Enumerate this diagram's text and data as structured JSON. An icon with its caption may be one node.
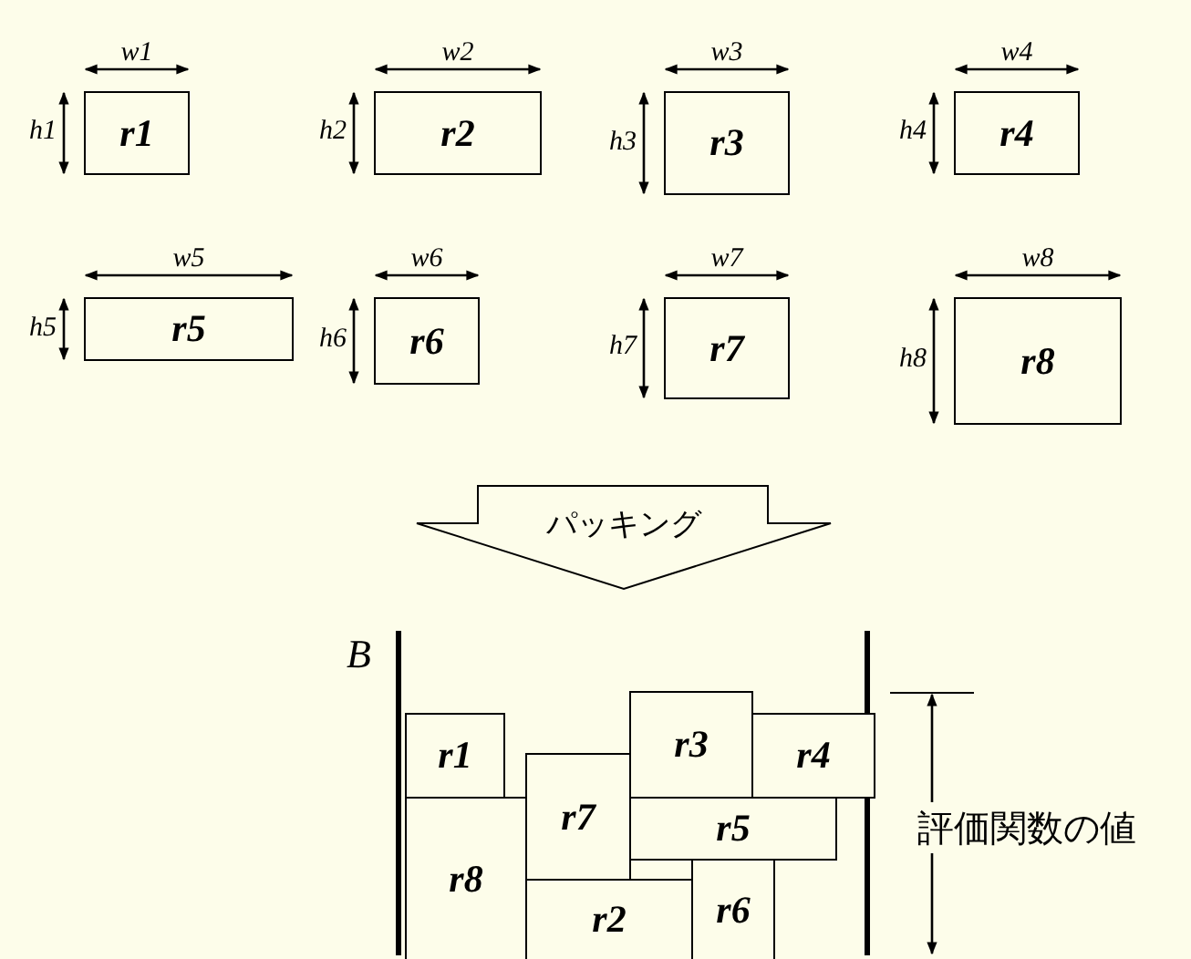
{
  "diagram": {
    "nodes": [
      {
        "text": [
          "r1"
        ]
      },
      {
        "text": [
          "r2"
        ]
      },
      {
        "text": [
          "r3"
        ]
      },
      {
        "text": [
          "r4"
        ]
      },
      {
        "text": [
          "r5"
        ]
      },
      {
        "text": [
          "r6"
        ]
      },
      {
        "text": [
          "r7"
        ]
      },
      {
        "text": [
          "r8"
        ]
      },
      {
        "text": [
          "パッキング"
        ]
      },
      {
        "text": [
          "B"
        ]
      },
      {
        "text": [
          "r1"
        ],
        "in": 9
      },
      {
        "text": [
          "r3"
        ],
        "in": 9
      },
      {
        "text": [
          "r4"
        ],
        "in": 9
      },
      {
        "text": [
          "r7"
        ],
        "in": 9
      },
      {
        "text": [
          "r5"
        ],
        "in": 9
      },
      {
        "text": [
          "r8"
        ],
        "in": 9
      },
      {
        "text": [
          "r2"
        ],
        "in": 9
      },
      {
        "text": [
          "r6"
        ],
        "in": 9
      }
    ],
    "labels": [
      "w1",
      "w2",
      "w3",
      "w4",
      "h1",
      "h2",
      "h3",
      "h4",
      "w5",
      "w6",
      "w7",
      "w8",
      "h5",
      "h6",
      "h7",
      "h8",
      "評価関数の値"
    ]
  }
}
